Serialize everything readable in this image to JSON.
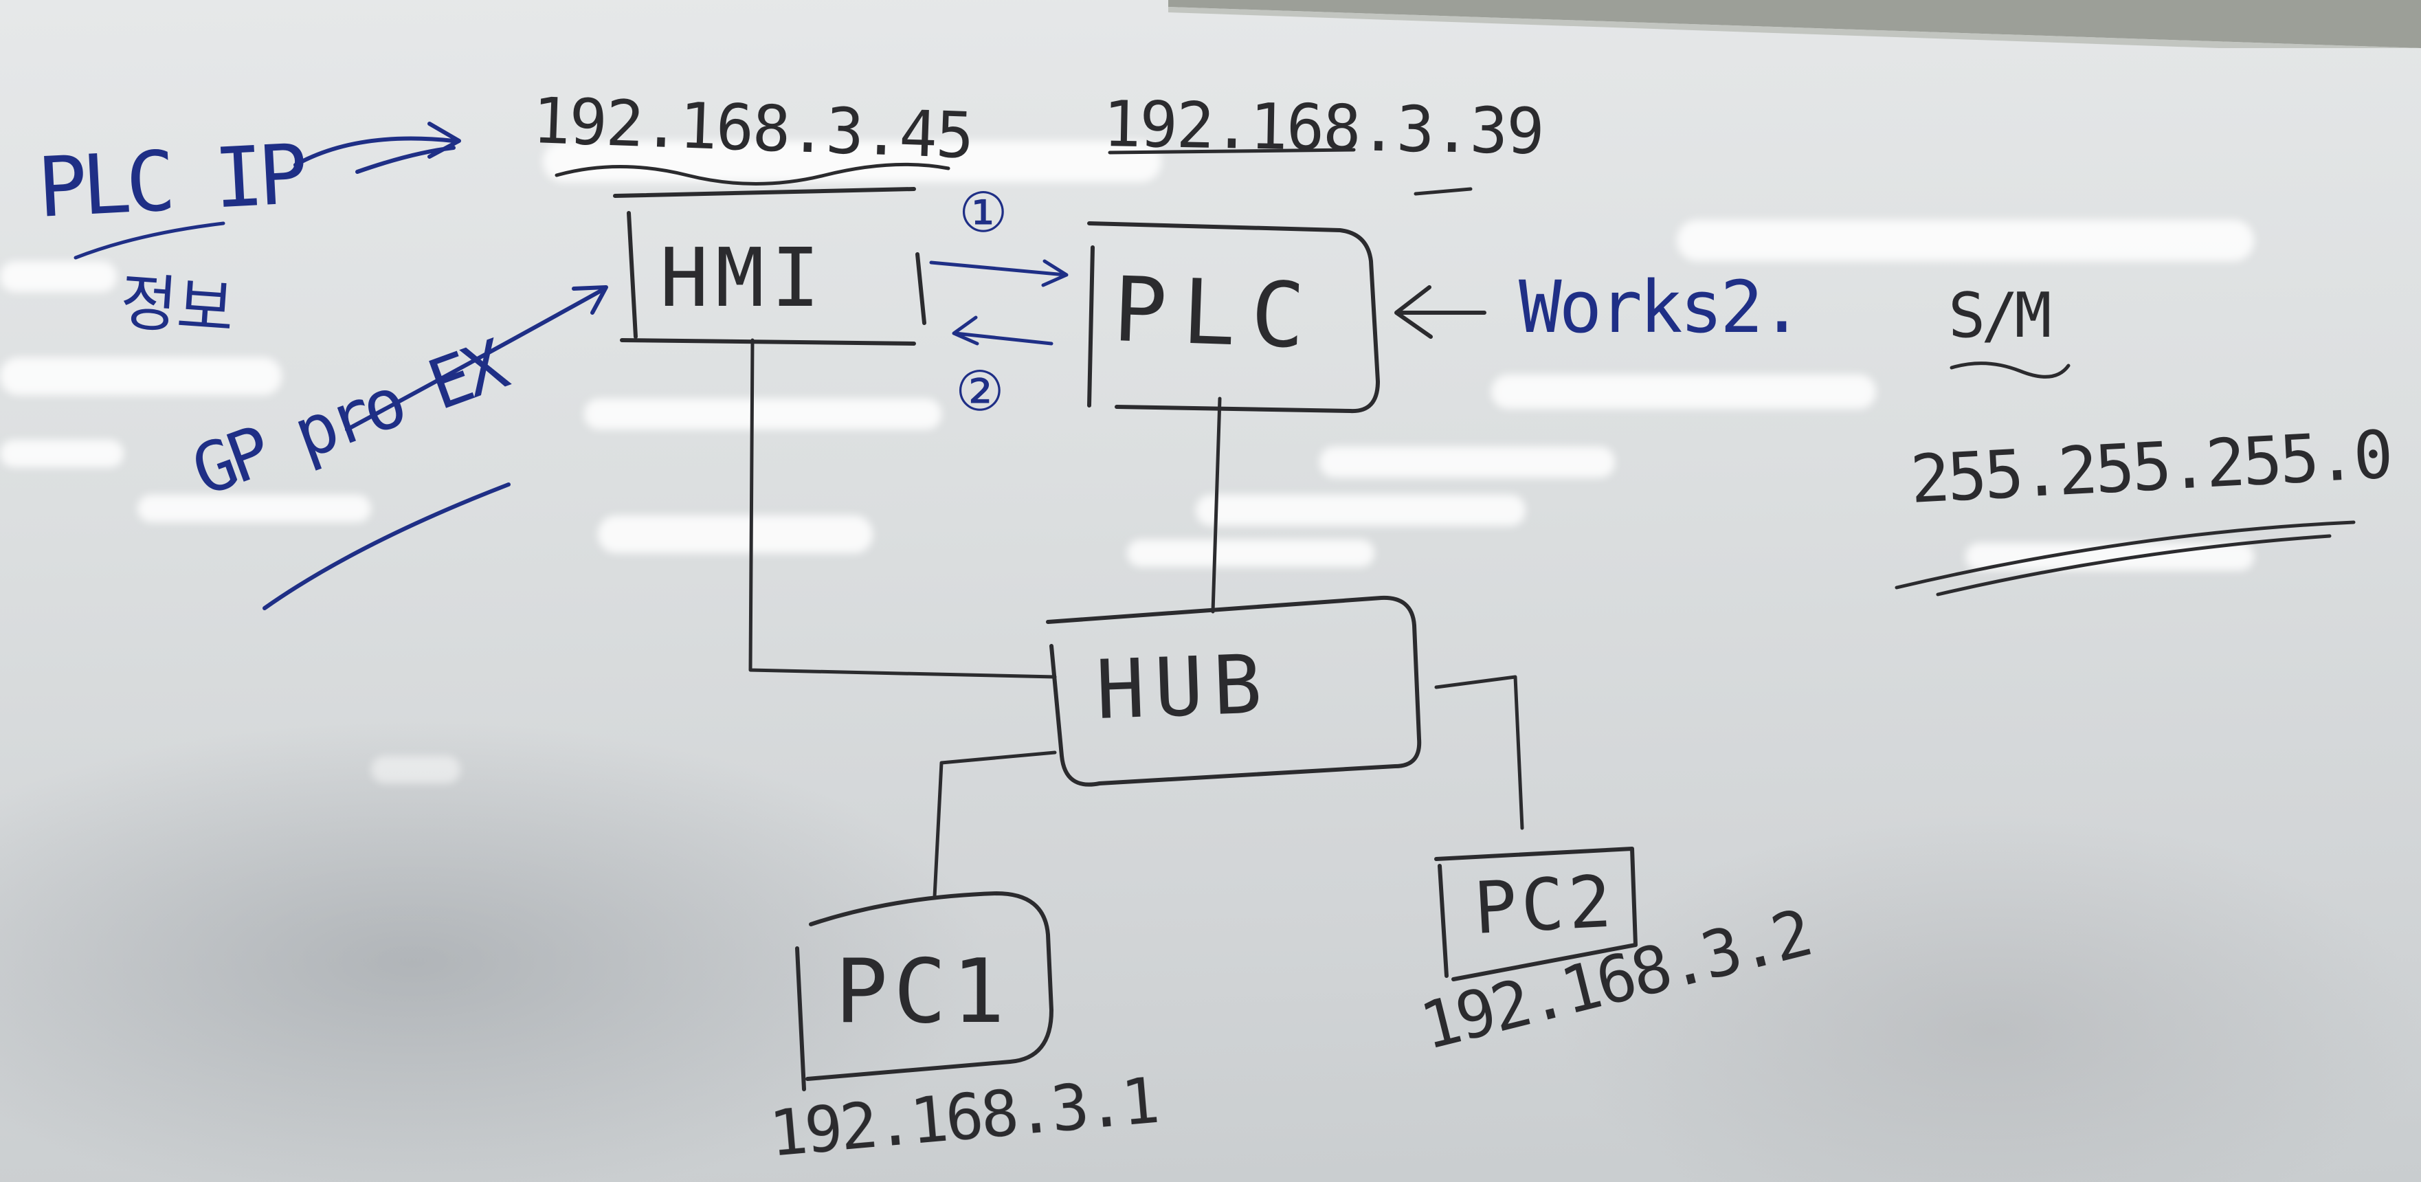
{
  "board": {
    "background": "#d9dcdd",
    "ink_black": "#2b2b2e",
    "ink_blue": "#1f2f86"
  },
  "labels": {
    "plc_ip_note": "PLC IP",
    "info_note": "정보",
    "gp_pro_ex": "GP pro EX",
    "works2": "Works2."
  },
  "devices": {
    "hmi": {
      "name": "HMI",
      "ip": "192.168.3.45"
    },
    "plc": {
      "name": "PLC",
      "ip": "192.168.3.39"
    },
    "hub": {
      "name": "HUB"
    },
    "pc1": {
      "name": "PC1",
      "ip": "192.168.3.1"
    },
    "pc2": {
      "name": "PC2",
      "ip": "192.168.3.2"
    }
  },
  "steps": {
    "step_1": "①",
    "step_2": "②"
  },
  "subnet": {
    "label": "S/M",
    "mask": "255.255.255.0"
  }
}
